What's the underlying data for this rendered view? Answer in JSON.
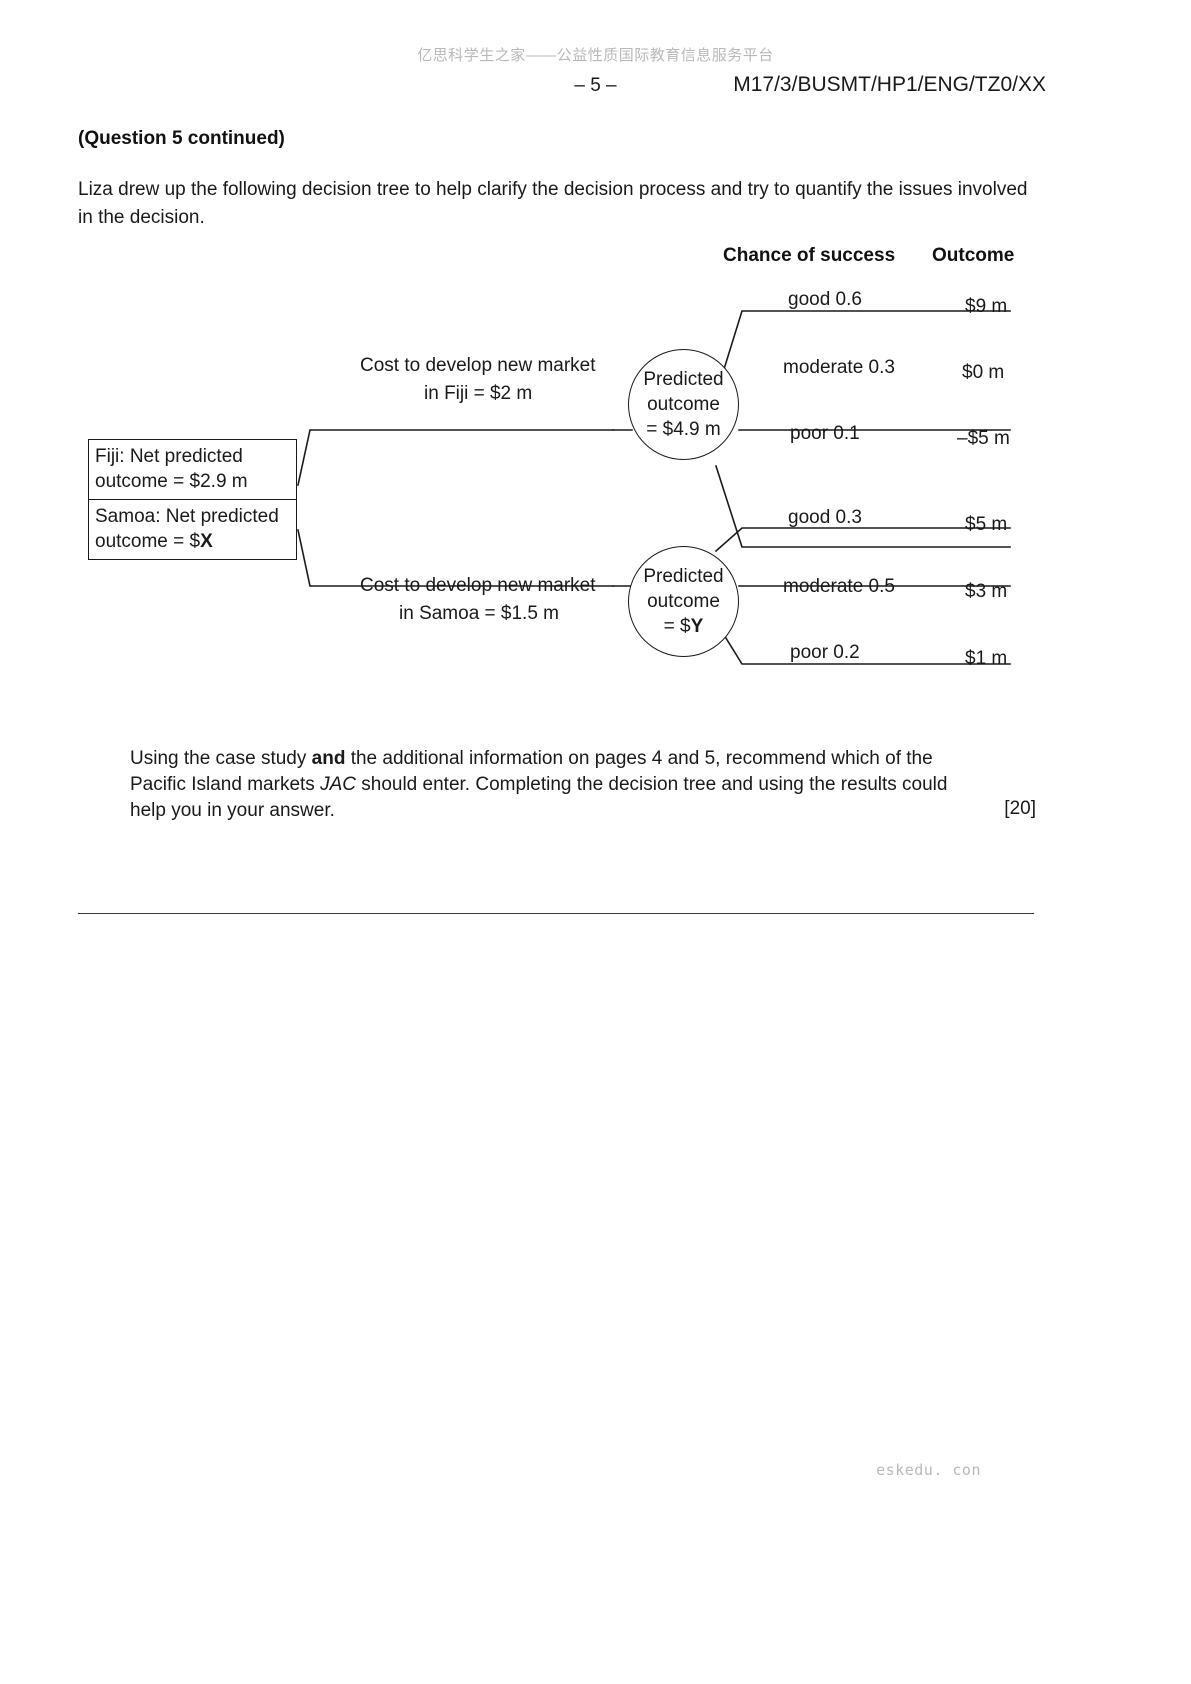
{
  "header": {
    "watermark": "亿思科学生之家——公益性质国际教育信息服务平台",
    "page_number": "– 5 –",
    "paper_code": "M17/3/BUSMT/HP1/ENG/TZ0/XX"
  },
  "question": {
    "heading": "(Question 5 continued)",
    "intro": "Liza drew up the following decision tree to help clarify the decision process and try to quantify the issues involved in the decision.",
    "marks": "[20]"
  },
  "diagram": {
    "column_headers": {
      "chance": "Chance of success",
      "outcome": "Outcome"
    },
    "decision_box": {
      "fiji_line1": "Fiji: Net predicted",
      "fiji_line2": "outcome = $2.9 m",
      "samoa_line1": "Samoa: Net predicted",
      "samoa_line2_prefix": "outcome = $",
      "samoa_line2_value": "X"
    },
    "branches": [
      {
        "cost_line1": "Cost to develop new market",
        "cost_line2": "in Fiji = $2 m",
        "node_line1": "Predicted",
        "node_line2": "outcome",
        "node_line3_prefix": "= $4.9 m",
        "node_line3_value": "",
        "outcomes": [
          {
            "chance": "good 0.6",
            "value": "$9 m"
          },
          {
            "chance": "moderate 0.3",
            "value": "$0 m"
          },
          {
            "chance": "poor 0.1",
            "value": "–$5 m"
          }
        ]
      },
      {
        "cost_line1": "Cost to develop new market",
        "cost_line2": "in Samoa = $1.5 m",
        "node_line1": "Predicted",
        "node_line2": "outcome",
        "node_line3_prefix": "= $",
        "node_line3_value": "Y",
        "outcomes": [
          {
            "chance": "good 0.3",
            "value": "$5 m"
          },
          {
            "chance": "moderate 0.5",
            "value": "$3 m"
          },
          {
            "chance": "poor 0.2",
            "value": "$1 m"
          }
        ]
      }
    ]
  },
  "closing": {
    "part1": "Using the case study ",
    "bold1": "and",
    "part2": " the additional information on pages 4 and 5, recommend which of the Pacific Island markets ",
    "italic1": "JAC",
    "part3": " should enter.  Completing the decision tree and using the results could help you in your answer."
  },
  "footer": {
    "watermark": "eskedu. con"
  }
}
